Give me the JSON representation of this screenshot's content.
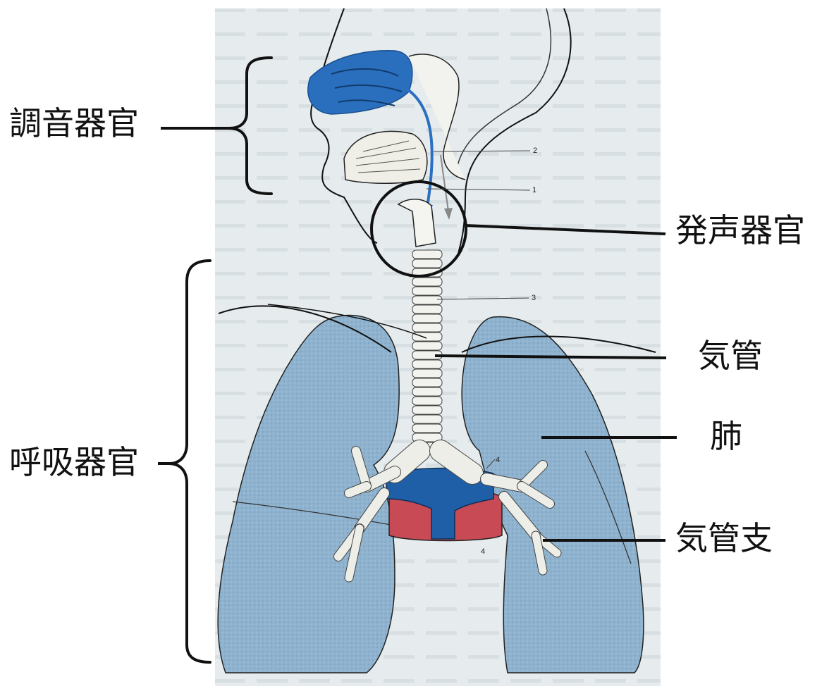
{
  "labels": {
    "articulation": "調音器官",
    "phonation": "発声器官",
    "trachea": "気管",
    "lungs": "肺",
    "bronchi": "気管支",
    "respiratory": "呼吸器官"
  },
  "figure_numbers": [
    "1",
    "2",
    "3",
    "4",
    "4"
  ],
  "colors": {
    "page_bg": "#ffffff",
    "plate_bg": "#e8eef0",
    "lung_blue": "#8fb3cf",
    "vessel_blue": "#1f5fa8",
    "artery_red": "#c84a55",
    "airflow_arrow": "#2a6fc0",
    "line": "#111111"
  }
}
